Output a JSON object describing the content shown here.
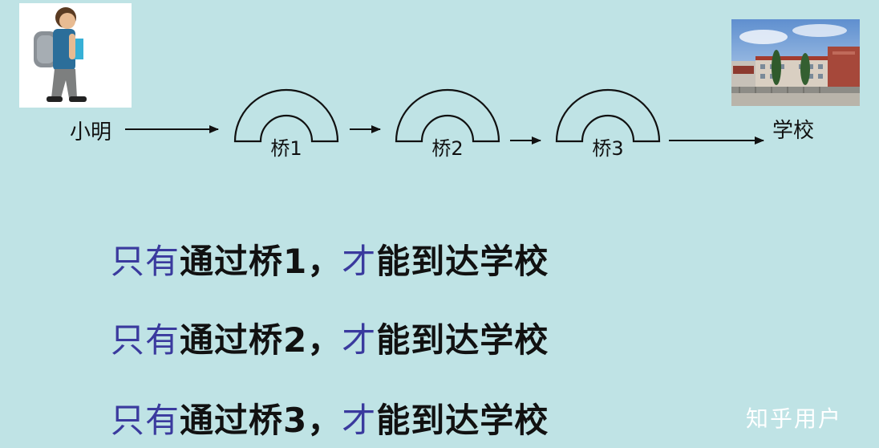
{
  "diagram": {
    "start_label": "小明",
    "end_label": "学校",
    "bridges": [
      "桥1",
      "桥2",
      "桥3"
    ],
    "start_image": "walking-student",
    "end_image": "school-campus"
  },
  "sentences": [
    {
      "prefix": "只有",
      "middle": "通过桥1，",
      "key": "才",
      "suffix": "能到达学校"
    },
    {
      "prefix": "只有",
      "middle": "通过桥2，",
      "key": "才",
      "suffix": "能到达学校"
    },
    {
      "prefix": "只有",
      "middle": "通过桥3，",
      "key": "才",
      "suffix": "能到达学校"
    }
  ],
  "watermark": "知乎用户",
  "colors": {
    "background": "#bfe3e5",
    "keyword_blue": "#3a3a9e"
  }
}
